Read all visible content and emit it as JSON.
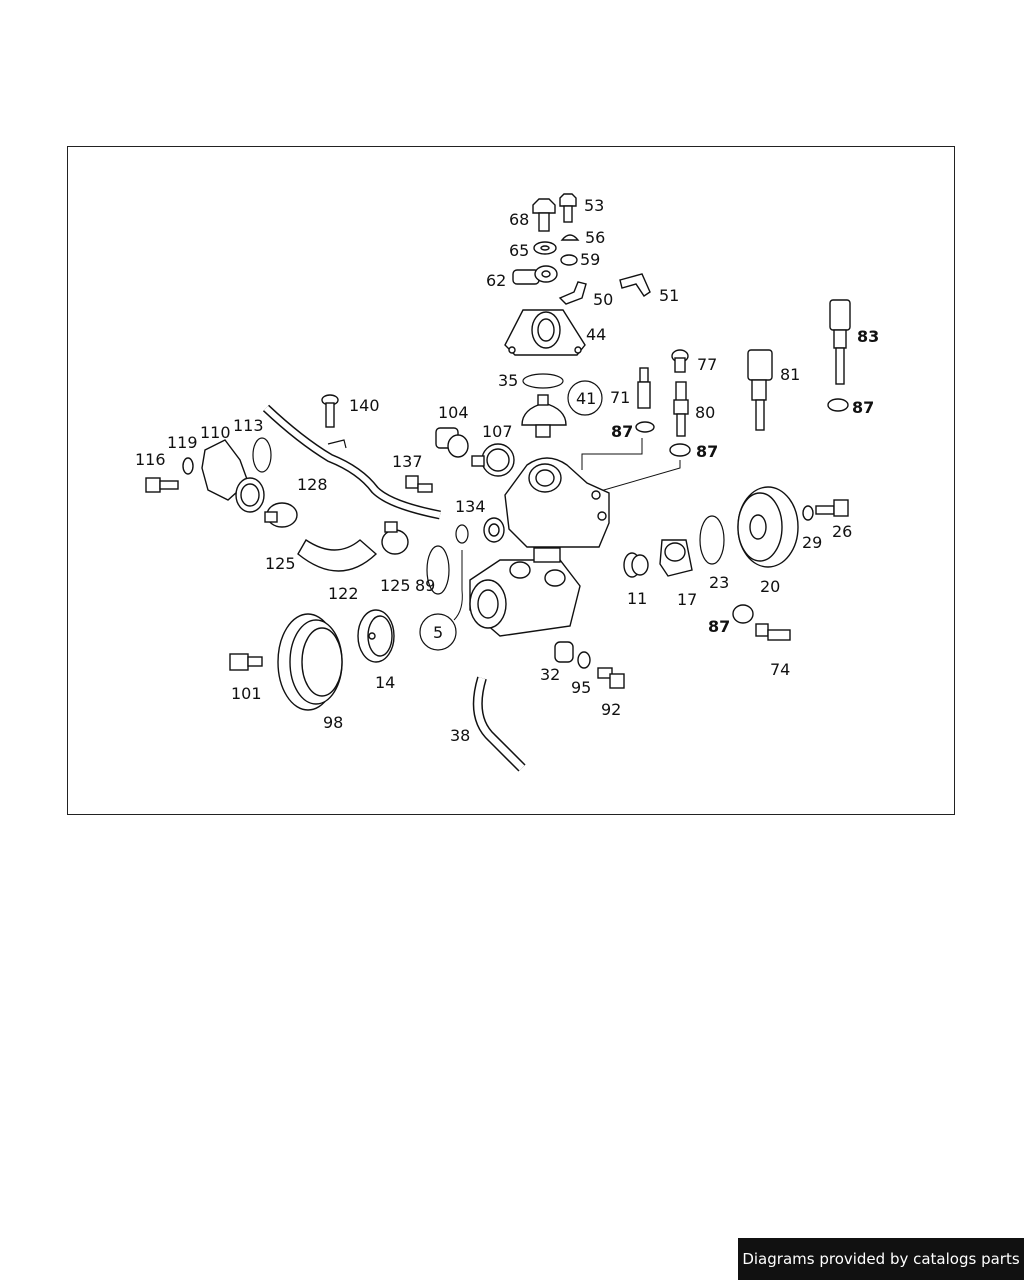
{
  "diagram": {
    "labels": {
      "l68": "68",
      "l53": "53",
      "l65": "65",
      "l56": "56",
      "l59": "59",
      "l62": "62",
      "l50": "50",
      "l51": "51",
      "l44": "44",
      "l83": "83",
      "l77": "77",
      "l81": "81",
      "l35": "35",
      "l41": "41",
      "l71": "71",
      "l87a": "87",
      "l87b": "87",
      "l80": "80",
      "l87c": "87",
      "l140": "140",
      "l104": "104",
      "l107": "107",
      "l113": "113",
      "l110": "110",
      "l119": "119",
      "l116": "116",
      "l137": "137",
      "l128": "128",
      "l134": "134",
      "l26": "26",
      "l29": "29",
      "l125a": "125",
      "l122": "122",
      "l125b": "125",
      "l89": "89",
      "l11": "11",
      "l17": "17",
      "l23": "23",
      "l20": "20",
      "l5": "5",
      "l87d": "87",
      "l74": "74",
      "l101": "101",
      "l14": "14",
      "l32": "32",
      "l95": "95",
      "l92": "92",
      "l98": "98",
      "l38": "38"
    }
  },
  "footer": {
    "credit": "Diagrams provided by catalogs parts"
  }
}
